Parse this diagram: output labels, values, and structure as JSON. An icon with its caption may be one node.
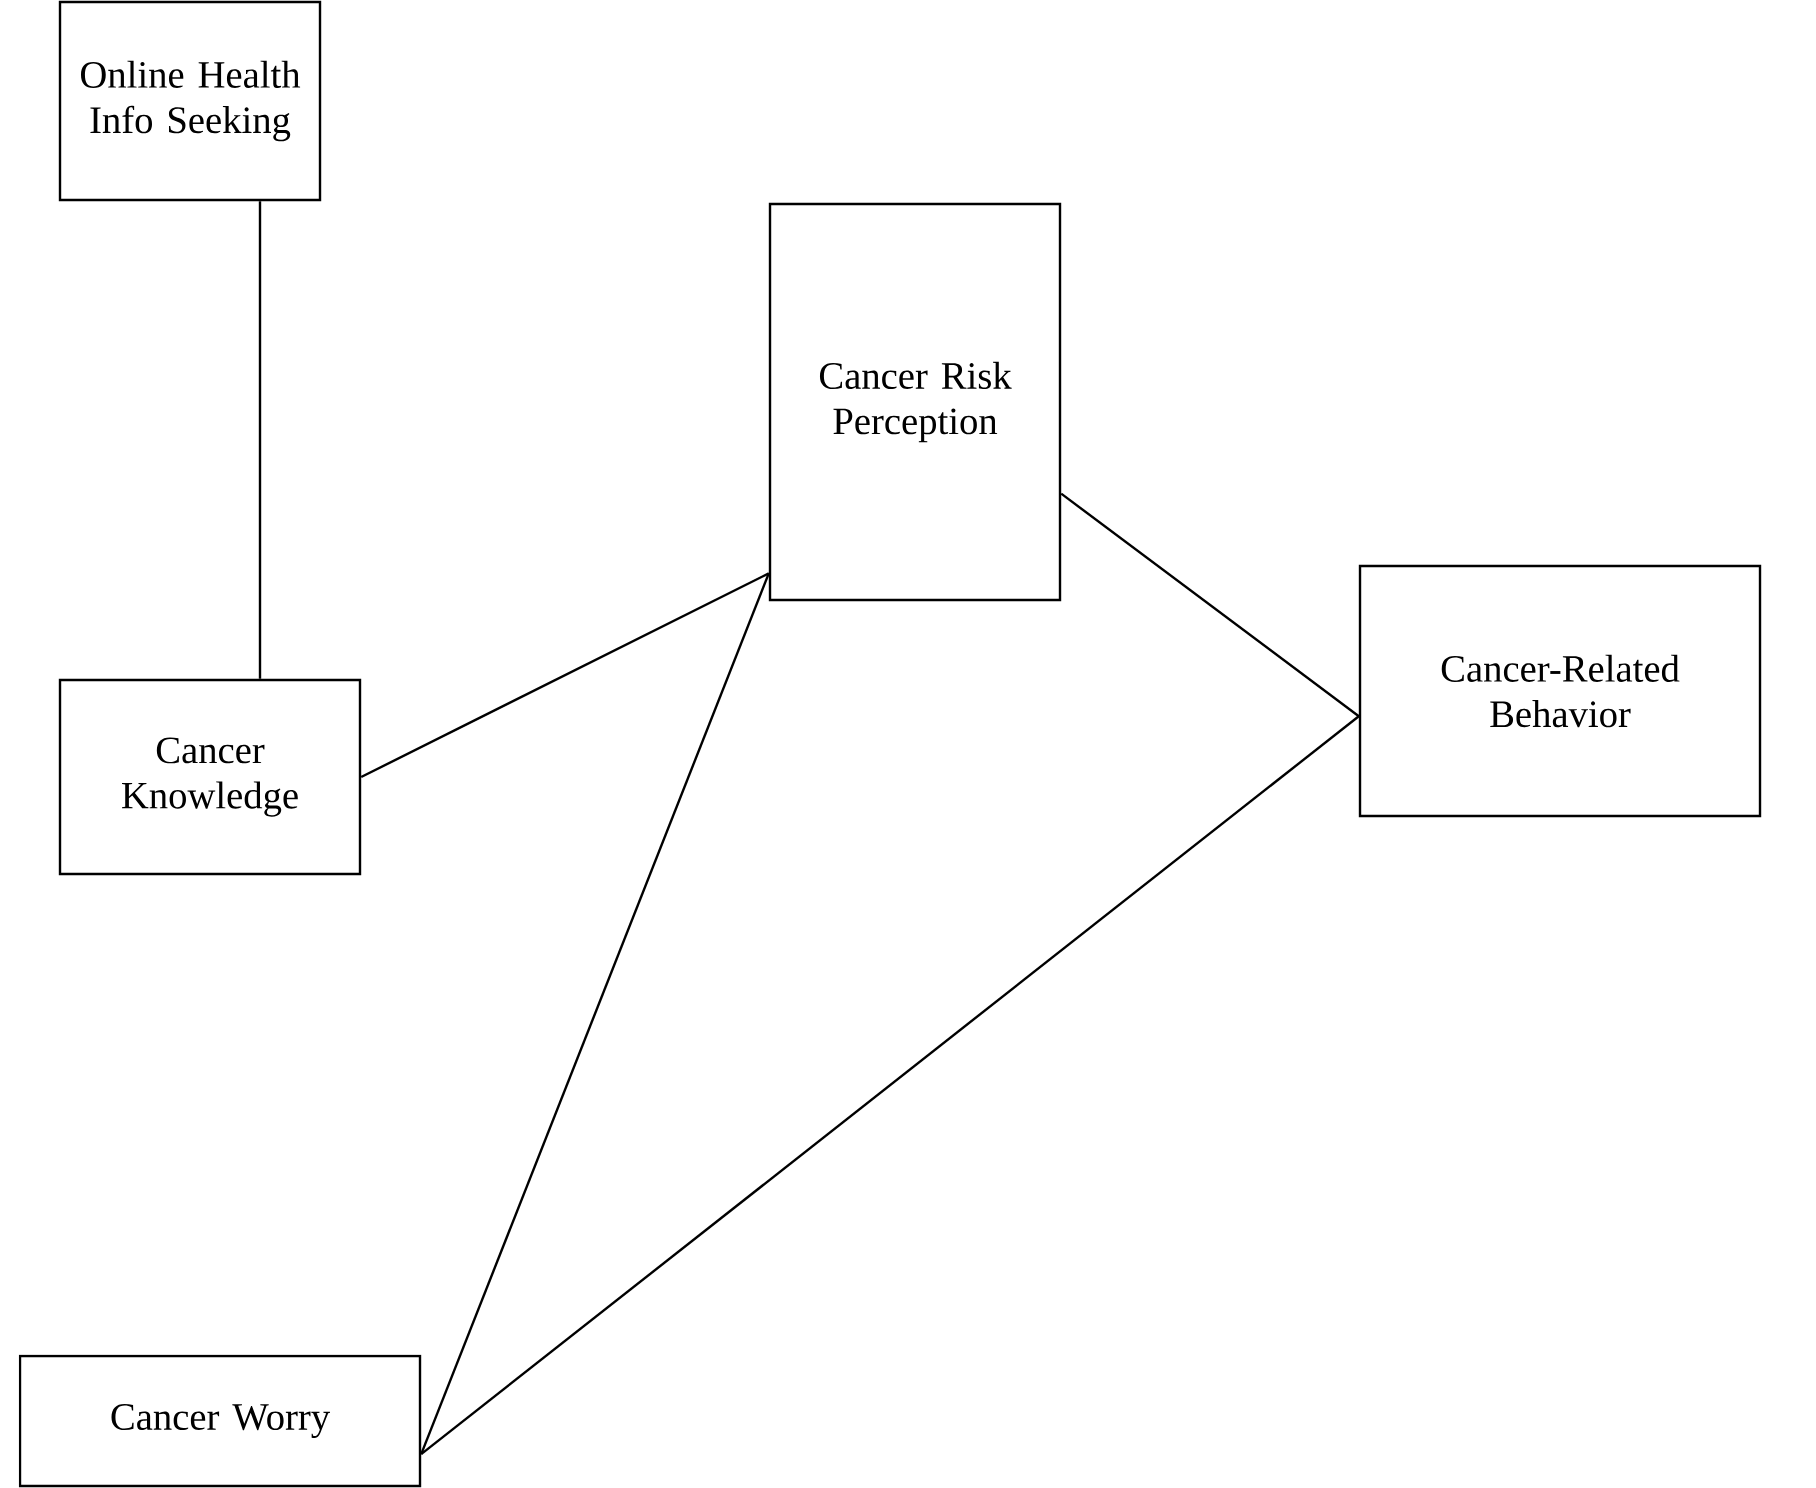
{
  "diagram": {
    "nodes": [
      {
        "text": [
          "Online Health Info Seeking"
        ]
      },
      {
        "text": [
          "Cancer Risk Perception"
        ]
      },
      {
        "text": [
          "Cancer Knowledge"
        ]
      },
      {
        "text": [
          "Cancer-Related Behavior"
        ]
      },
      {
        "text": [
          "Cancer Worry"
        ]
      }
    ],
    "edges": [
      {
        "from": 0,
        "to": 2,
        "arrow": "none"
      },
      {
        "from": 2,
        "to": 1,
        "arrow": "none"
      },
      {
        "from": 1,
        "to": 3,
        "arrow": "none"
      },
      {
        "from": 4,
        "to": 1,
        "arrow": "none"
      },
      {
        "from": 4,
        "to": 3,
        "arrow": "none"
      }
    ]
  }
}
